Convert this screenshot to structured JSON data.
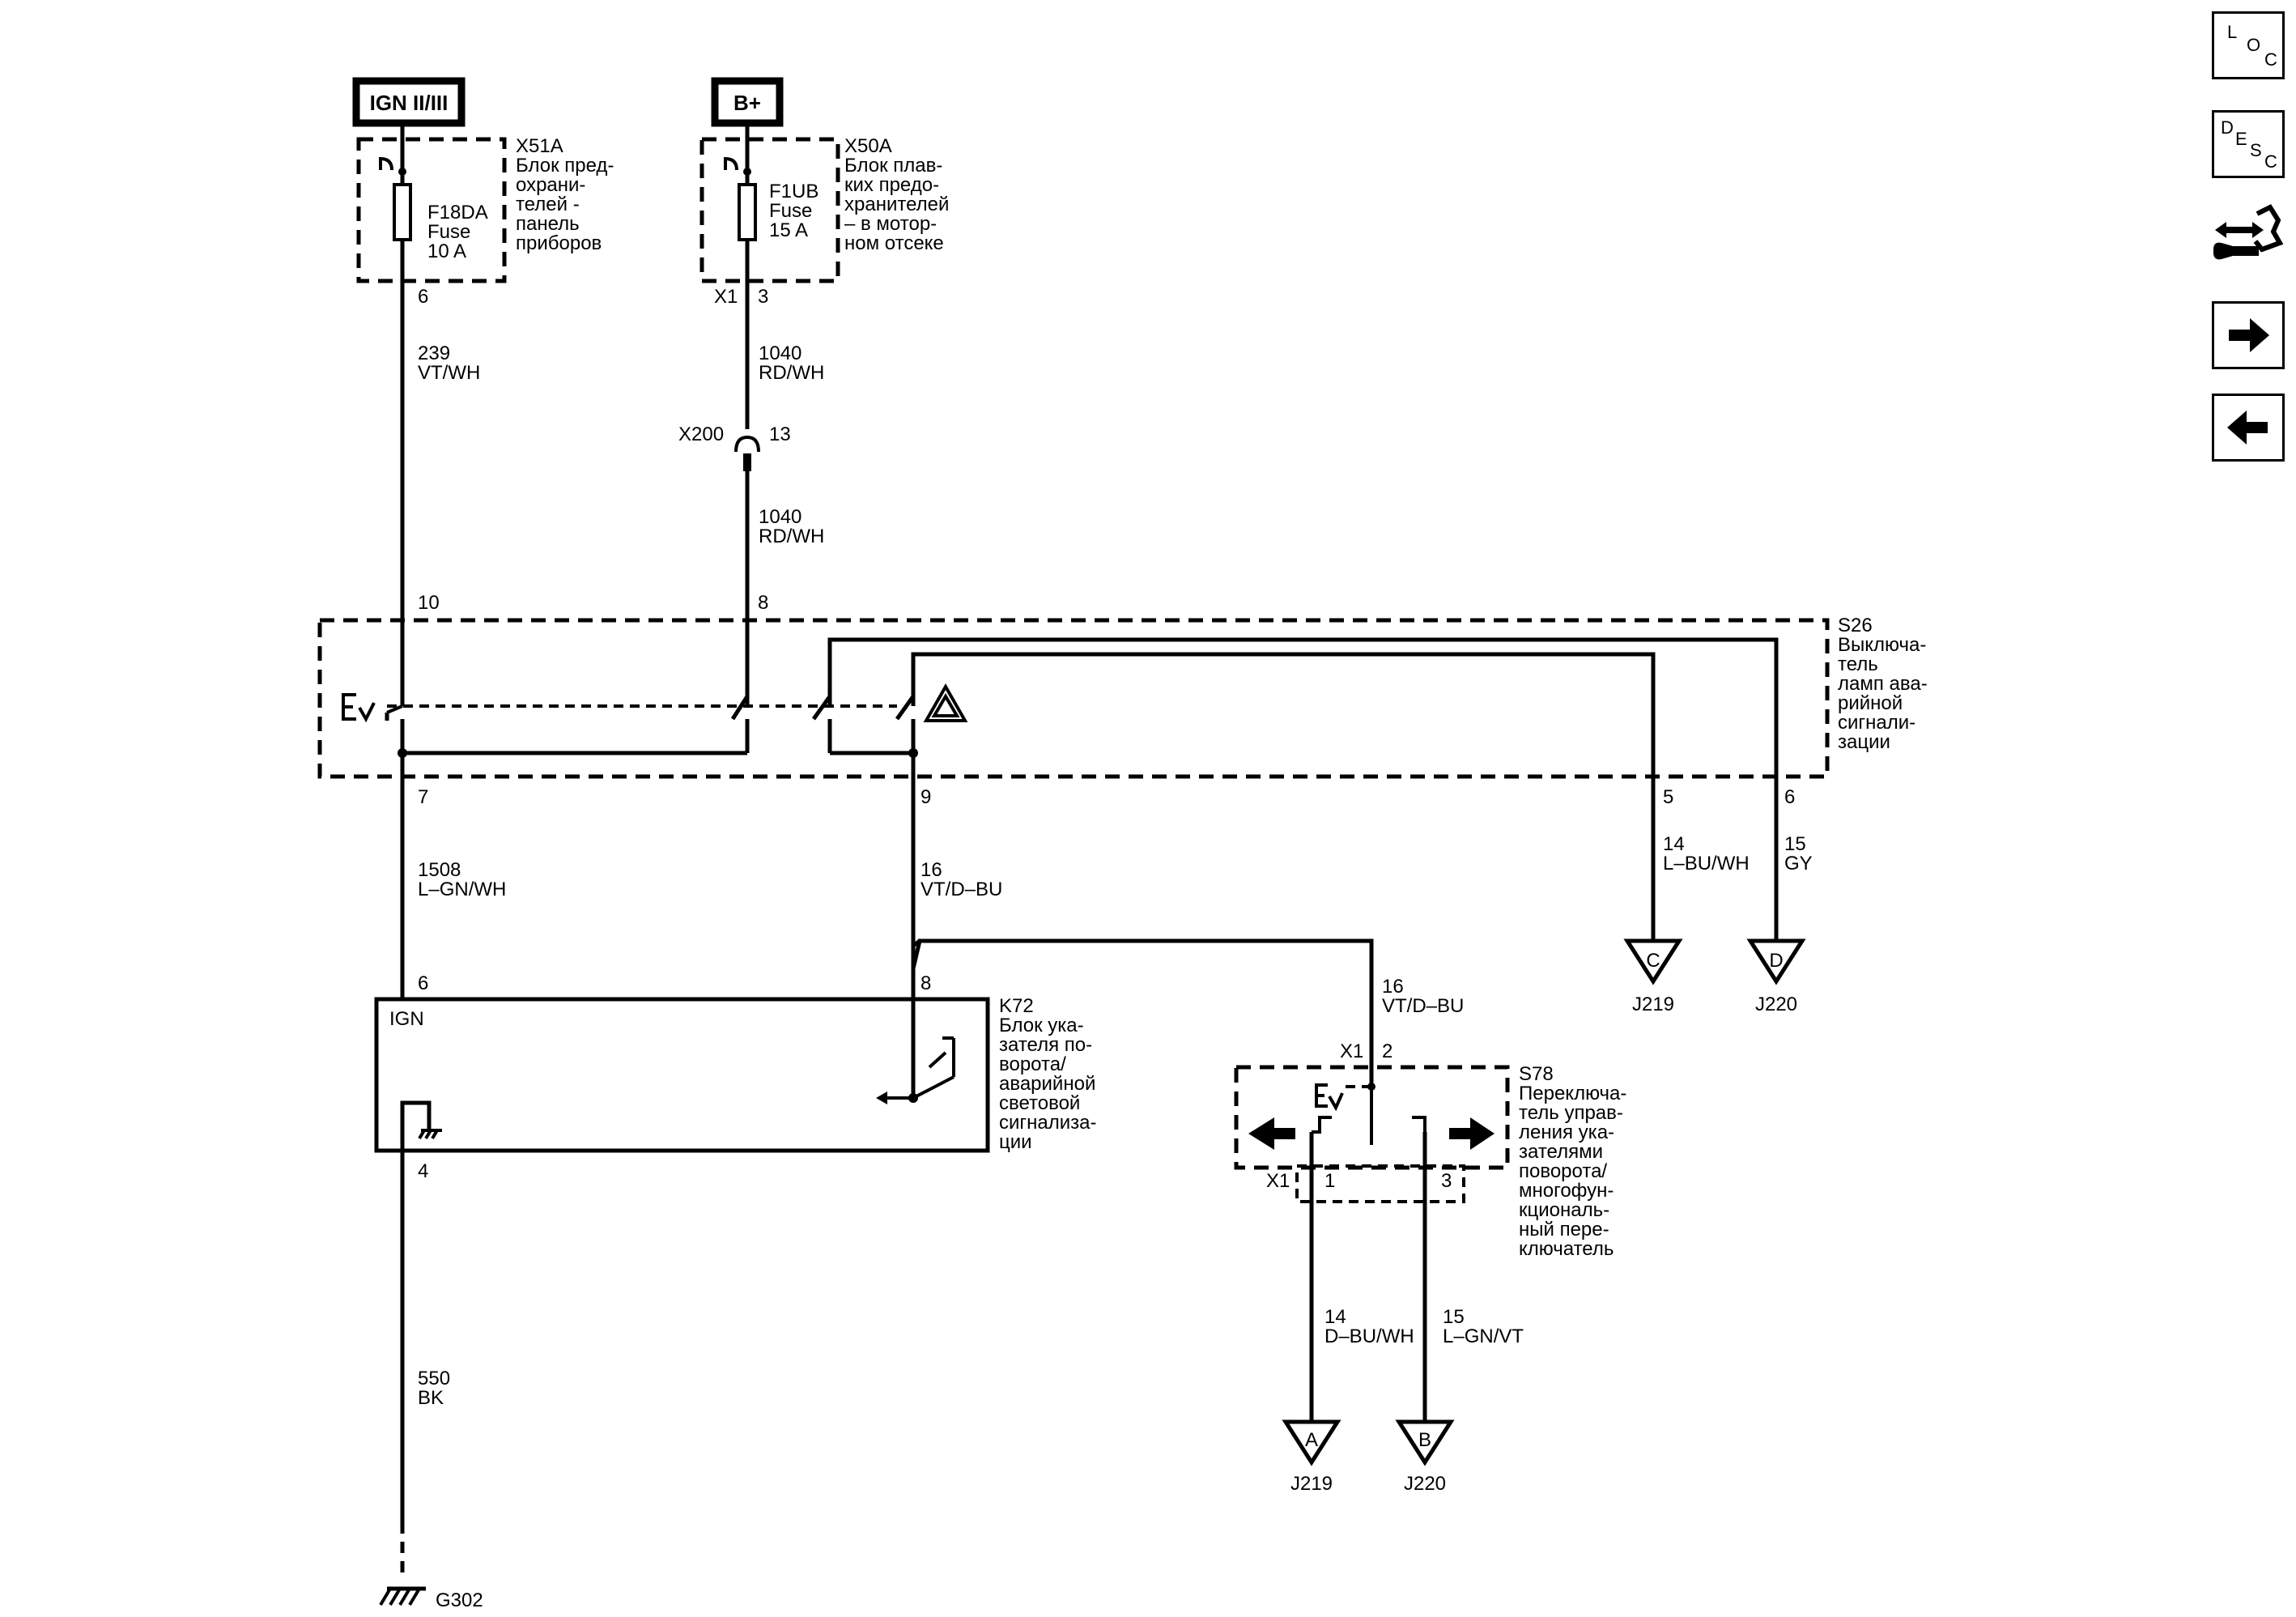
{
  "power_sources": {
    "ign": "IGN II/III",
    "bplus": "B+"
  },
  "x51a": {
    "id": "X51A",
    "desc": [
      "Блок пред-",
      "охрани-",
      "телей -",
      "панель",
      "приборов"
    ],
    "fuse": [
      "F18DA",
      "Fuse",
      "10 A"
    ],
    "pin_out": "6"
  },
  "x50a": {
    "id": "X50A",
    "desc": [
      "Блок плав-",
      "ких предо-",
      "хранителей",
      "– в мотор-",
      "ном отсеке"
    ],
    "fuse": [
      "F1UB",
      "Fuse",
      "15 A"
    ],
    "conn": "X1",
    "pin_out": "3"
  },
  "wires": {
    "w239": [
      "239",
      "VT/WH"
    ],
    "w1040a": [
      "1040",
      "RD/WH"
    ],
    "w1040b": [
      "1040",
      "RD/WH"
    ],
    "w1508": [
      "1508",
      "L–GN/WH"
    ],
    "w16a": [
      "16",
      "VT/D–BU"
    ],
    "w16b": [
      "16",
      "VT/D–BU"
    ],
    "w14a": [
      "14",
      "L–BU/WH"
    ],
    "w15a": [
      "15",
      "GY"
    ],
    "w550": [
      "550",
      "BK"
    ],
    "w14b": [
      "14",
      "D–BU/WH"
    ],
    "w15b": [
      "15",
      "L–GN/VT"
    ]
  },
  "x200": {
    "id": "X200",
    "pin": "13"
  },
  "s26": {
    "id": "S26",
    "desc": [
      "Выключа-",
      "тель",
      "ламп ава-",
      "рийной",
      "сигнали-",
      "зации"
    ],
    "pins": {
      "top_left": "10",
      "top_right": "8",
      "bot_left": "7",
      "bot_mid": "9",
      "out_c": "5",
      "out_d": "6"
    }
  },
  "k72": {
    "id": "K72",
    "desc": [
      "Блок ука-",
      "зателя по-",
      "ворота/",
      "аварийной",
      "световой",
      "сигнализа-",
      "ции"
    ],
    "ign_label": "IGN",
    "pins": {
      "ign": "6",
      "turn": "8",
      "gnd": "4"
    }
  },
  "s78": {
    "id": "S78",
    "desc": [
      "Переключа-",
      "тель управ-",
      "ления ука-",
      "зателями",
      "поворота/",
      "многофун-",
      "кциональ-",
      "ный пере-",
      "ключатель"
    ],
    "conn_in": "X1",
    "pin_in": "2",
    "conn_out": "X1",
    "pins_out": [
      "1",
      "3"
    ]
  },
  "terminals": [
    {
      "letter": "C",
      "ref": "J219"
    },
    {
      "letter": "D",
      "ref": "J220"
    },
    {
      "letter": "A",
      "ref": "J219"
    },
    {
      "letter": "B",
      "ref": "J220"
    }
  ],
  "ground": "G302",
  "nav": {
    "loc": [
      "L",
      "O",
      "C"
    ],
    "desc": [
      "D",
      "E",
      "S",
      "C"
    ]
  }
}
